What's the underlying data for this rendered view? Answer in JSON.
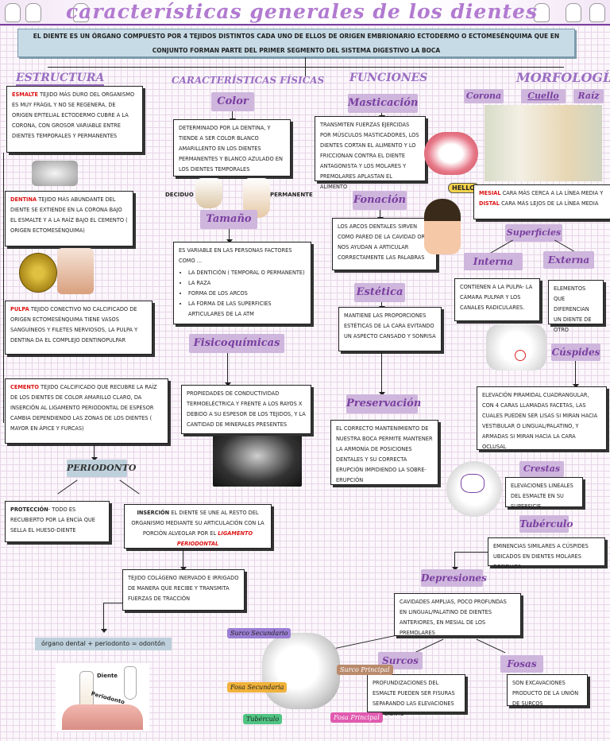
{
  "title": "características generales de los dientes",
  "intro": "El diente es un órgano compuesto por 4 tejidos distintos cada uno de ellos de origen embrionario ectodermo o ectomesénquima que en conjunto forman parte del primer segmento del sistema digestivo la boca",
  "sections": {
    "estructura": "ESTRUCTURA",
    "fisicas": "CARACTERÍSTICAS FÍSICAS",
    "funciones": "FUNCIONES",
    "morfologia": "MORFOLOGÍA"
  },
  "estructura": {
    "esmalte_term": "Esmalte",
    "esmalte_text": "tejido más duro del organismo es muy frágil y no se regenera, de origen epitelial ectodermo cubre a la corona, con grosor variable entre dientes temporales y permanentes",
    "dentina_term": "Dentina",
    "dentina_text": "tejido más abundante del diente se extiende en la corona bajo el esmalte y a la raíz bajo el cemento ( origen ectomesénquima)",
    "pulpa_term": "Pulpa",
    "pulpa_text": "tejido conectivo no calcificado de origen ectomesénquima tiene vasos sanguíneos y filetes nerviosos, la pulpa y dentina da el complejo dentinopulpar",
    "cemento_term": "Cemento",
    "cemento_text": "tejido calcificado que recubre la raíz de los dientes de color amarillo claro, da inserción al ligamento periodontal de espesor cambia dependiendo las zonas de los dientes ( mayor en ápice y furcas)",
    "periodonto": "PERIODONTO",
    "proteccion_term": "Protección",
    "proteccion_text": "- todo es recubierto por la encía que sella el hueso-diente",
    "insercion_term": "Inserción",
    "insercion_text": "el diente se une al resto del organismo mediante su articulación con la porción alveolar por el",
    "insercion_highlight": "ligamento periodontal",
    "colageno_text": "tejido colágeno inervado e irrigado de manera que recibe y transmita fuerzas de tracción",
    "odonton": "órgano dental + periodonto = odontón",
    "img_label_diente": "Diente",
    "img_label_periodonto": "Periodonto"
  },
  "fisicas": {
    "color": "Color",
    "color_text": "Determinado por la dentina, y tiende a ser color blanco amarillento en los dientes permanentes y blanco azulado en los dientes temporales",
    "color_highlight": "dentina",
    "deciduo": "DECIDUO",
    "permanente": "PERMANENTE",
    "tamano": "Tamaño",
    "tamano_intro": "es variable en las personas factores como ...",
    "tamano_items": [
      "la dentición ( temporal o permanente)",
      "la raza",
      "forma de los arcos",
      "la forma de las superficies articulares de la ATM"
    ],
    "fisicoquimicas": "Fisicoquímicas",
    "fisicoquimicas_text": "propiedades de conductividad termoeléctrica y frente a los rayos X debido a su espesor de los tejidos, y la cantidad de minerales presentes"
  },
  "funciones": {
    "masticacion": "Masticación",
    "masticacion_text": "Transmiten fuerzas ejercidas por músculos masticadores, los dientes cortan el alimento y lo friccionan contra el diente antagonista y los molares y premolares aplastan el alimento",
    "fonacion": "Fonación",
    "fonacion_text": "los arcos dentales sirven como pared de la cavidad oral nos ayudan a articular correctamente las palabras",
    "hello": "HELLO",
    "estetica": "Estética",
    "estetica_text": "mantiene las proporciones estéticas de la cara evitando un aspecto cansado y sonrisa",
    "preservacion": "Preservación",
    "preservacion_text": "El correcto mantenimiento de nuestra boca permite mantener la armonía de posiciones dentales y su correcta erupción impidiendo la sobre-erupción"
  },
  "morfologia": {
    "corona": "Corona",
    "cuello": "Cuello",
    "raiz": "Raíz",
    "mesial_term": "Mesial",
    "mesial_text": "cara más cerca a la línea media y",
    "distal_term": "distal",
    "distal_text": "cara más lejos de la línea media",
    "superficies": "Superficies",
    "interna": "Interna",
    "interna_text": "contienen a la pulpa- la cámara pulpar y los canales radiculares.",
    "externa": "Externa",
    "externa_text": "elementos que diferencian un diente de otro",
    "cuspides": "Cúspides",
    "cuspides_text": "Elevación piramidal cuadrangular, con 4 caras llamadas facetas, las cuales pueden ser lisas si miran hacia vestibular o lingual/palatino, y armadas si miran hacia la cara oclusal",
    "crestas": "Crestas",
    "crestas_text": "Elevaciones lineales del esmalte en su superficie",
    "tuberculo": "Tubérculo",
    "tuberculo_text": "eminencias similares a cúspides ubicados en dientes molares deciduos",
    "depresiones": "Depresiones",
    "depresiones_text": "cavidades amplias, poco profundas en lingual/palatino de dientes anteriores, en mesial de los premolares",
    "surcos": "Surcos",
    "surcos_text": "profundizaciones del esmalte pueden ser fisuras separando las elevaciones del diente",
    "fosas": "Fosas",
    "fosas_text": "Son excavaciones producto de la unión de surcos",
    "tag_surco_secundario": "Surco Secundario",
    "tag_fosa_secundaria": "Fosa Secundaria",
    "tag_tuberculo": "Tubérculo",
    "tag_surco_principal": "Surco Principal",
    "tag_fosa_principal": "Fosa Principal"
  }
}
